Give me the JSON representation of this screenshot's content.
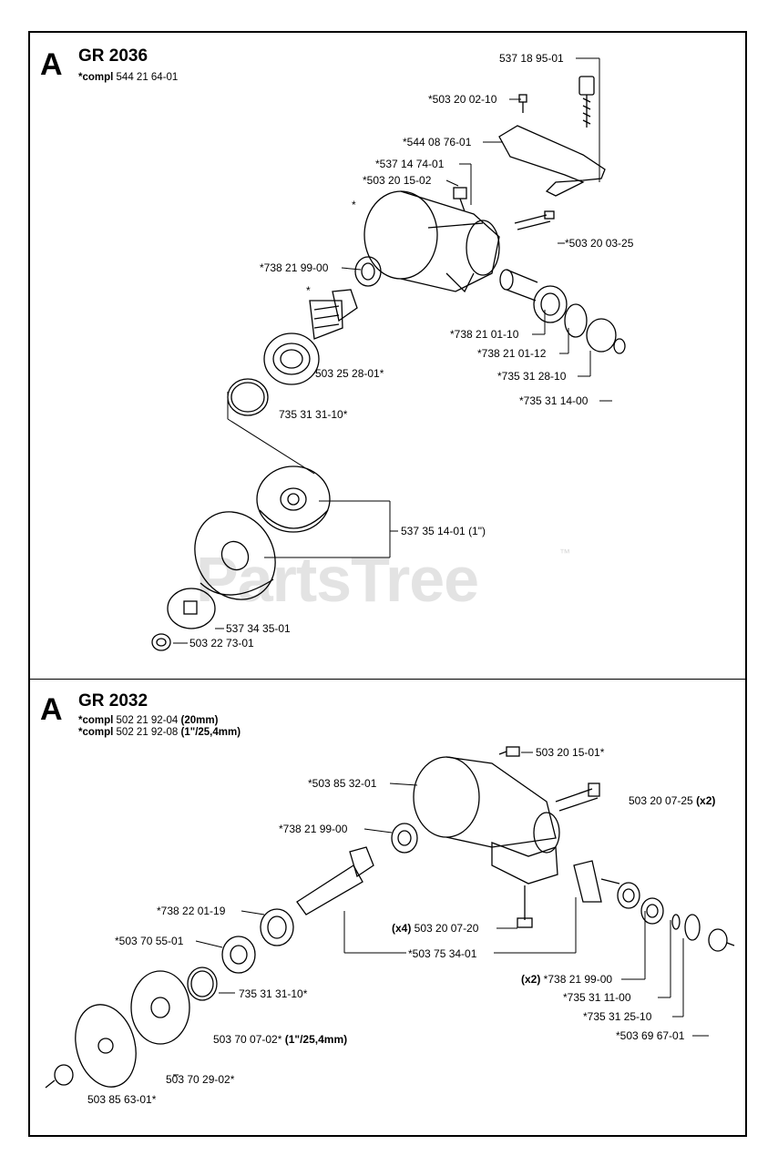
{
  "watermark": "PartsTree",
  "watermark_tm": "™",
  "section_a": {
    "letter": "A",
    "model": "GR 2036",
    "compl_prefix": "*compl",
    "compl_number": " 544 21 64-01",
    "labels": {
      "l1": "537 18 95-01",
      "l2": "*503 20 02-10",
      "l3": "*544 08 76-01",
      "l4": "*537 14 74-01",
      "l5": "*503 20 15-02",
      "l6": "*",
      "l7": "*503 20 03-25",
      "l8": "*738 21 99-00",
      "l9": "*",
      "l10": "*738 21 01-10",
      "l11": "*738 21 01-12",
      "l12": "*735 31 28-10",
      "l13": "*735 31 14-00",
      "l14": "503 25 28-01*",
      "l15": "735 31 31-10*",
      "l16": "537 35 14-01 (1\")",
      "l17": "537 34 35-01",
      "l18": "503 22 73-01"
    }
  },
  "section_b": {
    "letter": "A",
    "model": "GR 2032",
    "compl1_prefix": "*compl",
    "compl1_number": " 502 21 92-04 ",
    "compl1_size": "(20mm)",
    "compl2_prefix": "*compl",
    "compl2_number": " 502 21 92-08 ",
    "compl2_size": "(1\"/25,4mm)",
    "labels": {
      "m1": "503 20 15-01*",
      "m2": "*503 85 32-01",
      "m3": "503 20 07-25 ",
      "m3b": "(x2)",
      "m4": "*738 21 99-00",
      "m5": "*738 22 01-19",
      "m6a": "(x4)",
      "m6": " 503 20 07-20",
      "m7": "*503 70 55-01",
      "m8": "*503 75 34-01",
      "m9a": "(x2)",
      "m9": " *738 21 99-00",
      "m10": "735 31 31-10*",
      "m11": "*735 31 11-00",
      "m12": "*735 31 25-10",
      "m13": "503 70 07-02* ",
      "m13b": "(1\"/25,4mm)",
      "m14": "*503 69 67-01",
      "m15": "503 70 29-02*",
      "m16": "503 85 63-01*"
    }
  }
}
